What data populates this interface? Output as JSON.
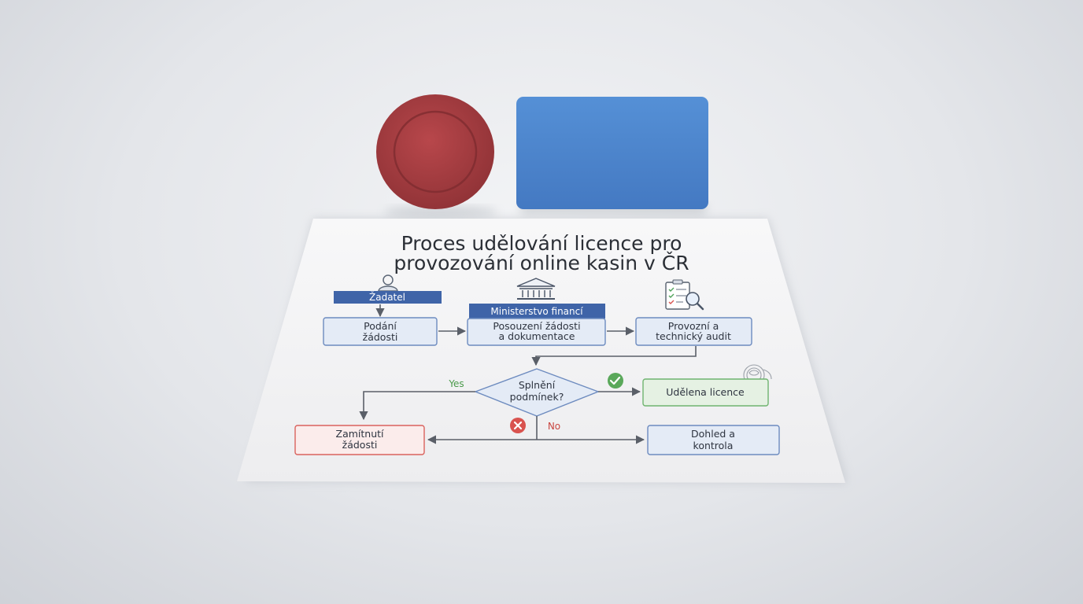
{
  "diagram": {
    "title_line1": "Proces udělování licence pro",
    "title_line2": "provozování online kasin v ČR",
    "nodes": {
      "zadatel_header": "Žadatel",
      "podani_1": "Podání",
      "podani_2": "žádosti",
      "ministerstvo_header": "Ministerstvo financí",
      "posouzeni_1": "Posouzení žádosti",
      "posouzeni_2": "a dokumentace",
      "audit_1": "Provozní a",
      "audit_2": "technický audit",
      "decision_1": "Splnění",
      "decision_2": "podmínek?",
      "udelena": "Udělena licence",
      "zamitnuti_1": "Zamítnutí",
      "zamitnuti_2": "žádosti",
      "dohled_1": "Dohled a",
      "dohled_2": "kontrola"
    },
    "edge_labels": {
      "yes": "Yes",
      "no": "No"
    },
    "icons": [
      "person-icon",
      "bank-building-icon",
      "checklist-magnifier-icon",
      "check-circle-icon",
      "cross-circle-icon",
      "seal-stamp-icon",
      "red-casino-chip",
      "blue-card"
    ],
    "colors": {
      "header_blue": "#3f64a8",
      "box_fill": "#e4ebf6",
      "box_border": "#6d8bbf",
      "green": "#5aa85a",
      "red": "#d9534f",
      "chip_red": "#a83e42",
      "card_blue": "#4e86cf"
    }
  }
}
